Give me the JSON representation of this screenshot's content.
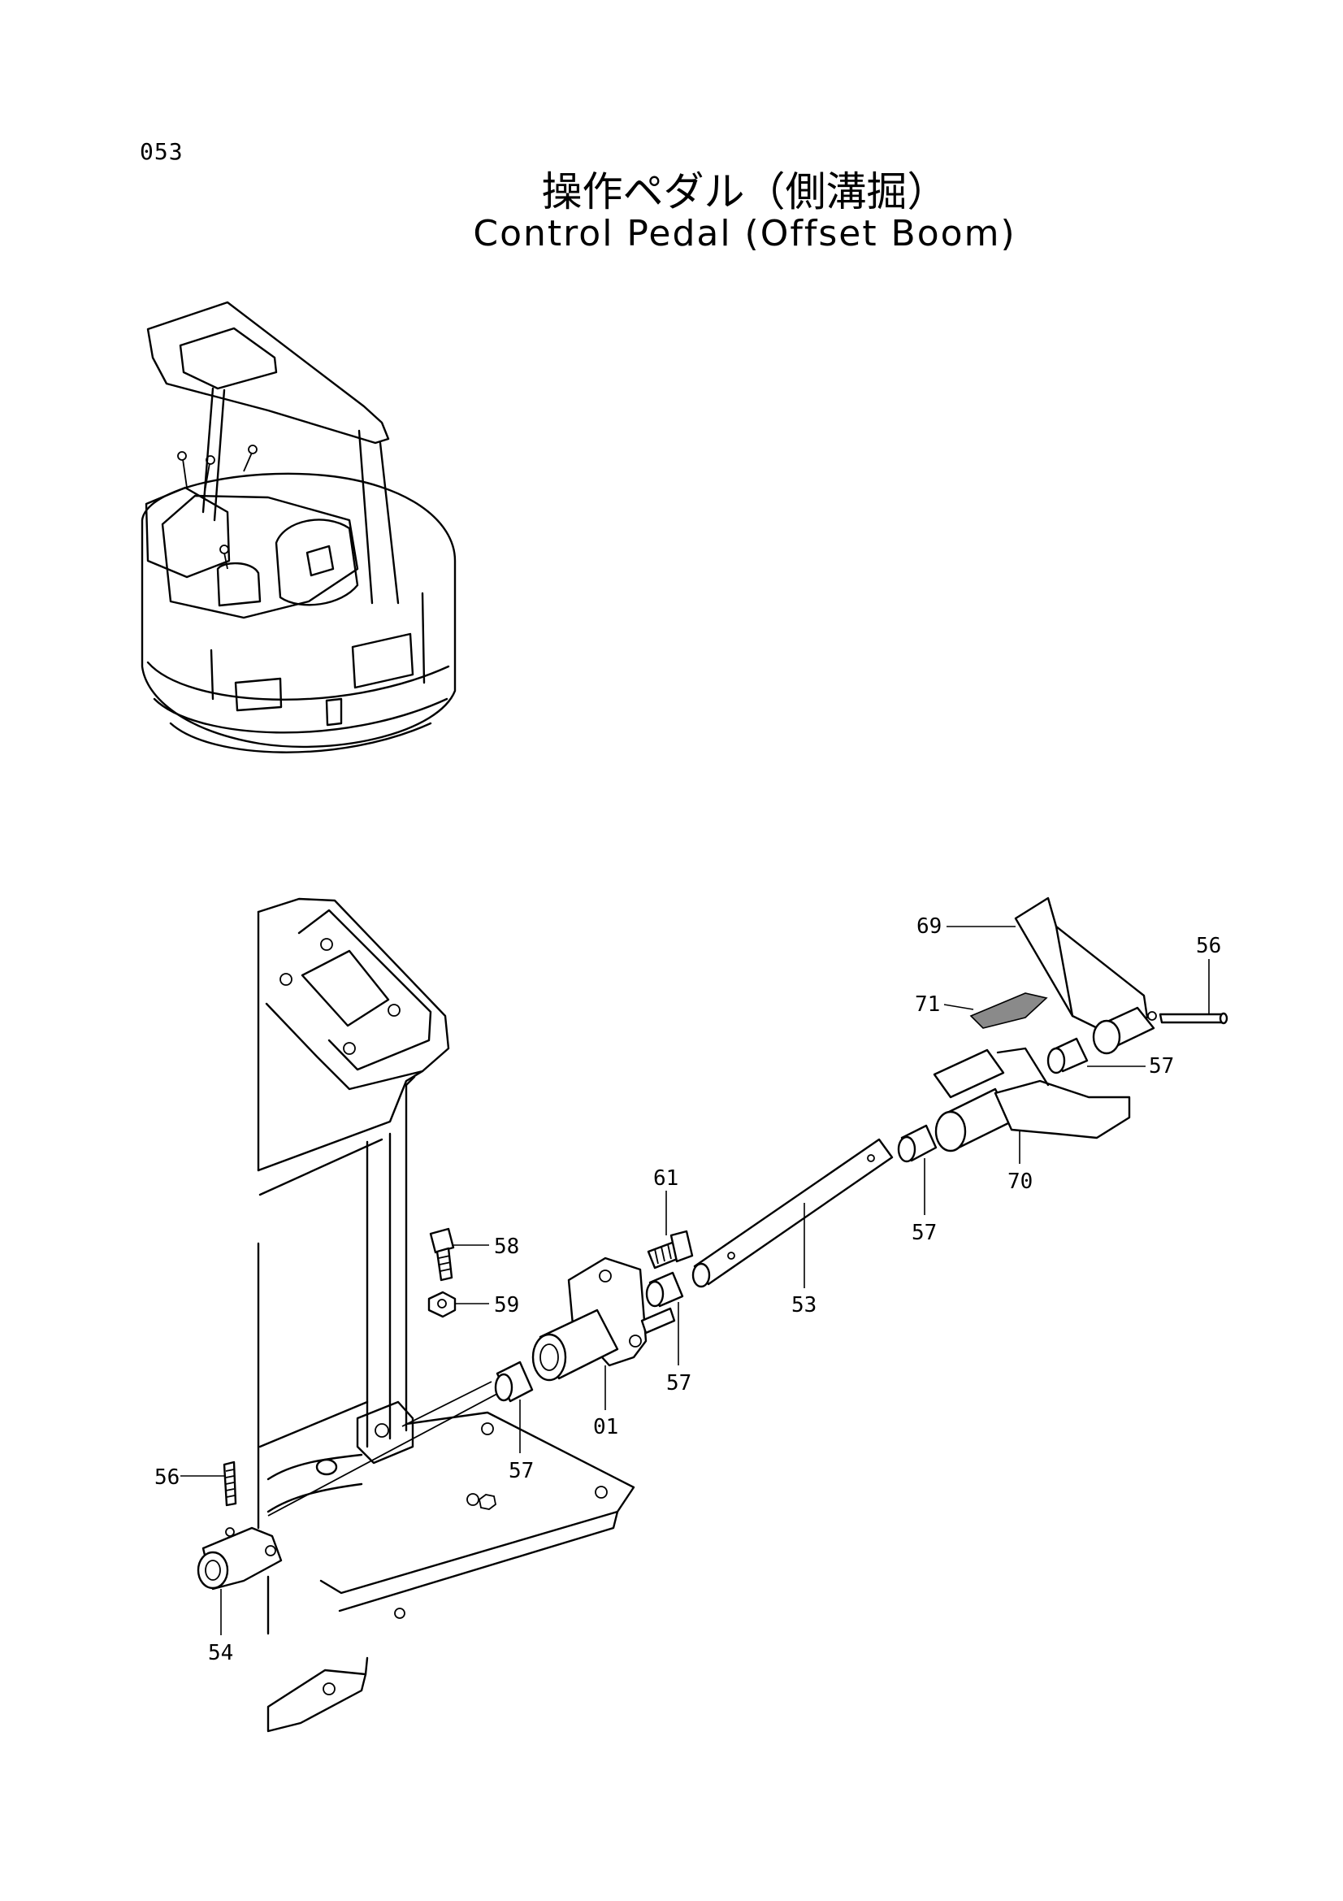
{
  "header": {
    "page_number": "053",
    "title_jp": "操作ペダル（側溝掘）",
    "title_en": "Control Pedal (Offset Boom)"
  },
  "callouts": {
    "c69": "69",
    "c56a": "56",
    "c71": "71",
    "c57a": "57",
    "c70": "70",
    "c57b": "57",
    "c61": "61",
    "c58": "58",
    "c59": "59",
    "c53": "53",
    "c57c": "57",
    "c01": "01",
    "c57d": "57",
    "c56b": "56",
    "c54": "54"
  }
}
